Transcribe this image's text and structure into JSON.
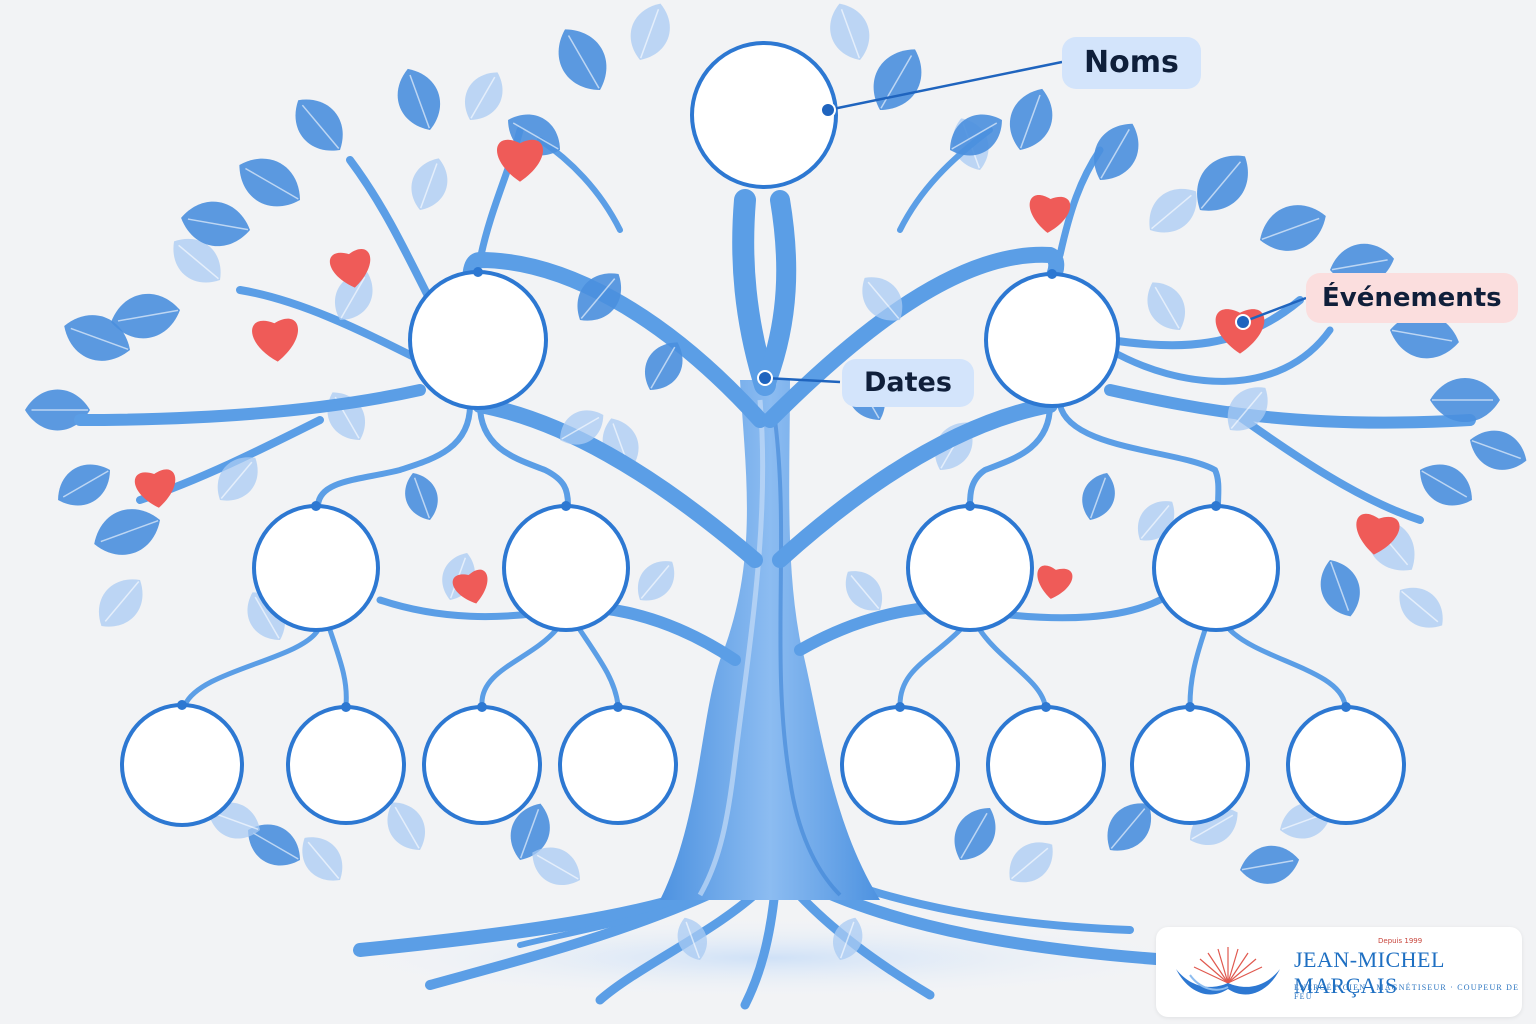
{
  "labels": {
    "names": "Noms",
    "dates": "Dates",
    "events": "Événements"
  },
  "logo": {
    "since": "Depuis 1999",
    "brand": "JEAN-MICHEL MARÇAIS",
    "tagline": "ENERGÉTICIEN · MAGNÉTISEUR · COUPEUR DE FEU"
  },
  "colors": {
    "trunk": "#5b9ee6",
    "node_stroke": "#2d78d2",
    "leaf_dark": "#4a8fde",
    "leaf_light": "#a9cbf3",
    "heart": "#ef5b58",
    "label_blue": "#d3e4fb",
    "label_pink": "#fbdede"
  },
  "family_tree": {
    "generations": [
      {
        "level": 1,
        "persons": 1
      },
      {
        "level": 2,
        "persons": 2
      },
      {
        "level": 3,
        "persons": 4
      },
      {
        "level": 4,
        "persons": 8
      }
    ]
  },
  "icons": [
    "heart-icon",
    "leaf-icon",
    "logo-emblem-icon"
  ]
}
